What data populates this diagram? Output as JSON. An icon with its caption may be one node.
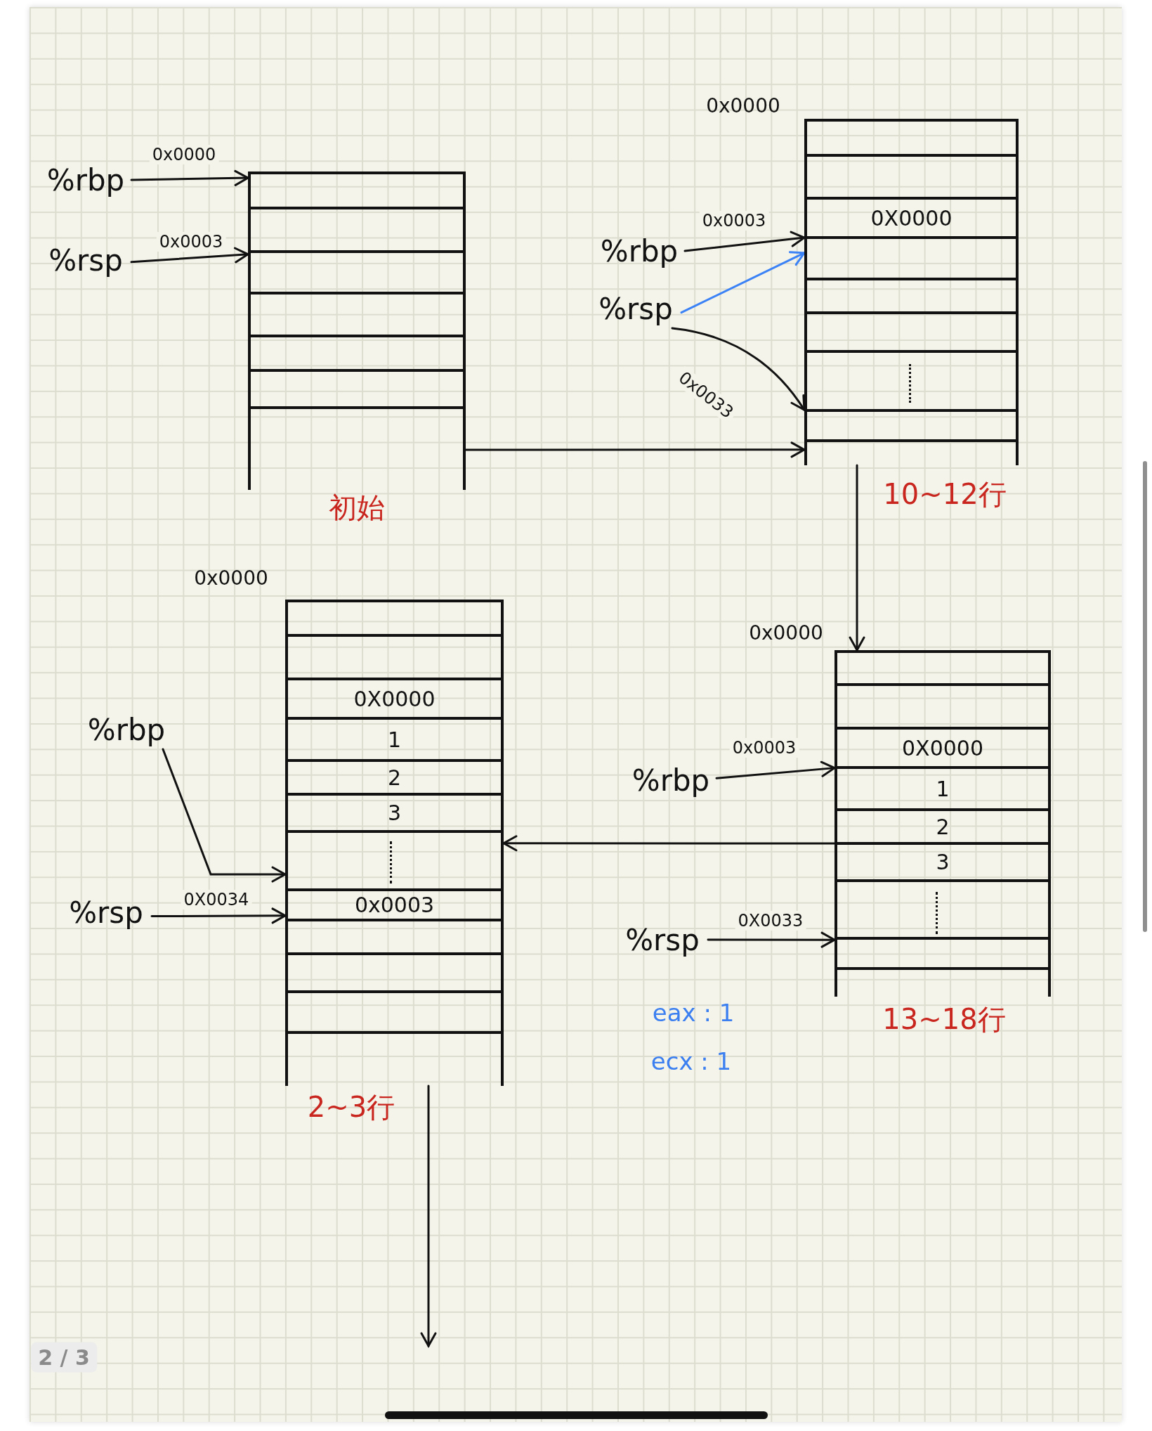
{
  "diagram": {
    "nodes": [
      {
        "text": [
          "%rbp"
        ]
      },
      {
        "text": [
          "%rsp"
        ]
      },
      {
        "text": [],
        "shape": "box",
        "beside": [
          "初始"
        ]
      },
      {
        "text": [],
        "shape": "box",
        "beside": [
          "0x0000",
          "10~12行"
        ]
      },
      {
        "text": [
          "0X0000"
        ],
        "in": 3
      },
      {
        "text": [
          "%rbp"
        ]
      },
      {
        "text": [
          "%rsp"
        ]
      },
      {
        "text": [],
        "shape": "box",
        "beside": [
          "0x0000",
          "13~18行"
        ]
      },
      {
        "text": [
          "0X0000"
        ],
        "in": 7
      },
      {
        "text": [
          "1"
        ],
        "in": 7
      },
      {
        "text": [
          "2"
        ],
        "in": 7
      },
      {
        "text": [
          "3"
        ],
        "in": 7
      },
      {
        "text": [
          "%rbp"
        ]
      },
      {
        "text": [
          "%rsp"
        ]
      },
      {
        "text": [],
        "shape": "box",
        "beside": [
          "0x0000",
          "2~3行"
        ]
      },
      {
        "text": [
          "0X0000"
        ],
        "in": 14
      },
      {
        "text": [
          "1"
        ],
        "in": 14
      },
      {
        "text": [
          "2"
        ],
        "in": 14
      },
      {
        "text": [
          "3"
        ],
        "in": 14
      },
      {
        "text": [
          "0x0003"
        ],
        "in": 14
      },
      {
        "text": [
          "%rbp"
        ]
      },
      {
        "text": [
          "%rsp"
        ]
      }
    ],
    "edges": [
      {
        "from": 0,
        "to": 2,
        "arrow": "to",
        "label": "0x0000"
      },
      {
        "from": 1,
        "to": 2,
        "arrow": "to",
        "label": "0x0003"
      },
      {
        "from": 2,
        "to": 3,
        "arrow": "to"
      },
      {
        "from": 5,
        "to": 3,
        "arrow": "to",
        "label": "0x0003"
      },
      {
        "from": 6,
        "to": 3,
        "arrow": "to",
        "color": "#3b82f6"
      },
      {
        "from": 6,
        "to": 3,
        "arrow": "to",
        "label": "0x0033"
      },
      {
        "from": 3,
        "to": 7,
        "arrow": "to"
      },
      {
        "from": 12,
        "to": 7,
        "arrow": "to",
        "label": "0x0003"
      },
      {
        "from": 13,
        "to": 7,
        "arrow": "to",
        "label": "0X0033"
      },
      {
        "from": 7,
        "to": 14,
        "arrow": "to"
      },
      {
        "from": 20,
        "to": 14,
        "arrow": "to"
      },
      {
        "from": 21,
        "to": 14,
        "arrow": "to",
        "label": "0X0034"
      },
      {
        "from": 14,
        "to": null,
        "arrow": "to"
      }
    ],
    "labels": [
      "eax : 1",
      "ecx : 1",
      "2 / 3"
    ]
  }
}
